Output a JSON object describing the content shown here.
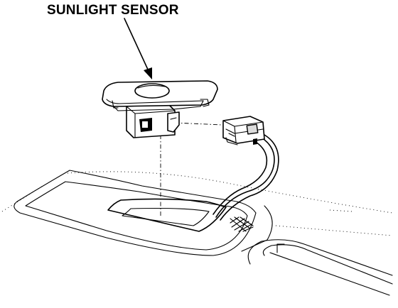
{
  "diagram": {
    "callout_label": "SUNLIGHT SENSOR",
    "parts": [
      {
        "name": "sunlight-sensor",
        "icon": "sensor-dome-icon"
      },
      {
        "name": "connector",
        "icon": "wire-connector-icon"
      },
      {
        "name": "dashboard-panel",
        "icon": "dashboard-outline-icon"
      }
    ]
  }
}
